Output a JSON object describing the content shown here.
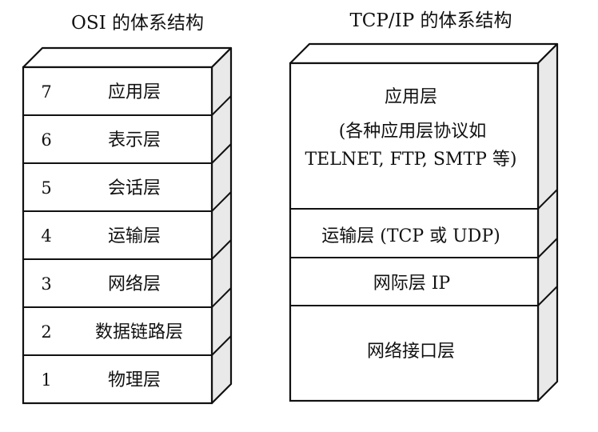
{
  "osi": {
    "title": "OSI 的体系结构",
    "layers": [
      {
        "num": "7",
        "name": "应用层"
      },
      {
        "num": "6",
        "name": "表示层"
      },
      {
        "num": "5",
        "name": "会话层"
      },
      {
        "num": "4",
        "name": "运输层"
      },
      {
        "num": "3",
        "name": "网络层"
      },
      {
        "num": "2",
        "name": "数据链路层"
      },
      {
        "num": "1",
        "name": "物理层"
      }
    ]
  },
  "tcpip": {
    "title": "TCP/IP 的体系结构",
    "layers": [
      {
        "lines": [
          "应用层",
          "(各种应用层协议如",
          "TELNET, FTP, SMTP 等)"
        ]
      },
      {
        "lines": [
          "运输层 (TCP 或 UDP)"
        ]
      },
      {
        "lines": [
          "网际层 IP"
        ]
      },
      {
        "lines": [
          "网络接口层"
        ]
      }
    ]
  }
}
